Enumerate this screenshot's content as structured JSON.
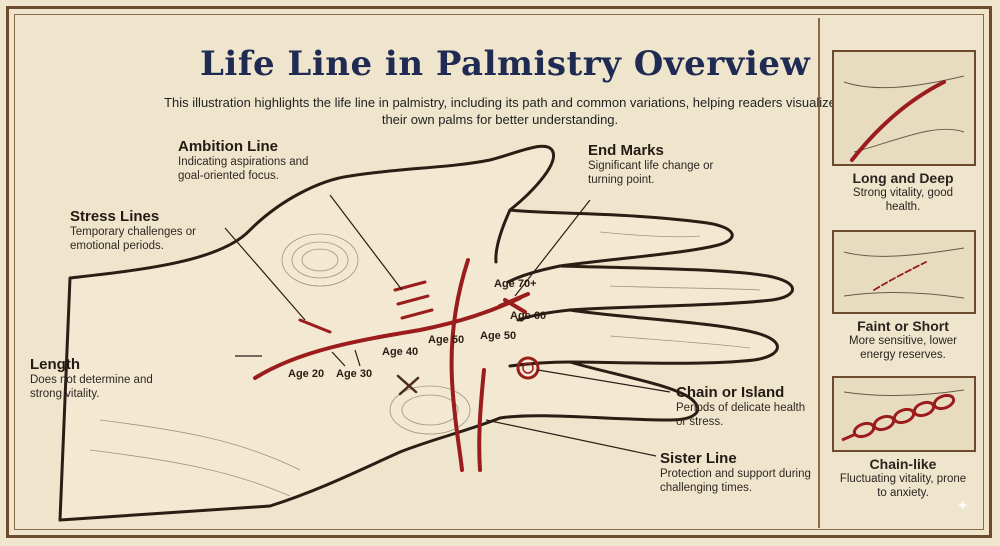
{
  "title": "Life Line in Palmistry Overview",
  "subtitle": "This illustration highlights the life line in palmistry, including its path and common variations, helping readers visualize their own palms for better understanding.",
  "callouts": {
    "ambition": {
      "title": "Ambition Line",
      "desc": "Indicating aspirations and goal-oriented focus."
    },
    "stress": {
      "title": "Stress Lines",
      "desc": "Temporary challenges or emotional periods."
    },
    "length": {
      "title": "Length",
      "desc": "Does not determine and strong vitality."
    },
    "end_marks": {
      "title": "End Marks",
      "desc": "Significant life change or turning point."
    },
    "chain_island": {
      "title": "Chain or Island",
      "desc": "Periods of delicate health or stress."
    },
    "sister": {
      "title": "Sister Line",
      "desc": "Protection and support during challenging times."
    }
  },
  "ages": {
    "a20": "Age 20",
    "a30": "Age 30",
    "a40": "Age 40",
    "a50a": "Age 50",
    "a50b": "Age 50",
    "a60": "Age 60",
    "a70": "Age 70+"
  },
  "variations": [
    {
      "title": "Long and Deep",
      "desc": "Strong vitality, good health."
    },
    {
      "title": "Faint or Short",
      "desc": "More sensitive, lower energy reserves."
    },
    {
      "title": "Chain-like",
      "desc": "Fluctuating vitality, prone to anxiety."
    }
  ],
  "colors": {
    "ink": "#1f2b52",
    "line_red": "#9b1c1c",
    "parchment": "#efe5cd",
    "frame": "#6b4a2e"
  }
}
